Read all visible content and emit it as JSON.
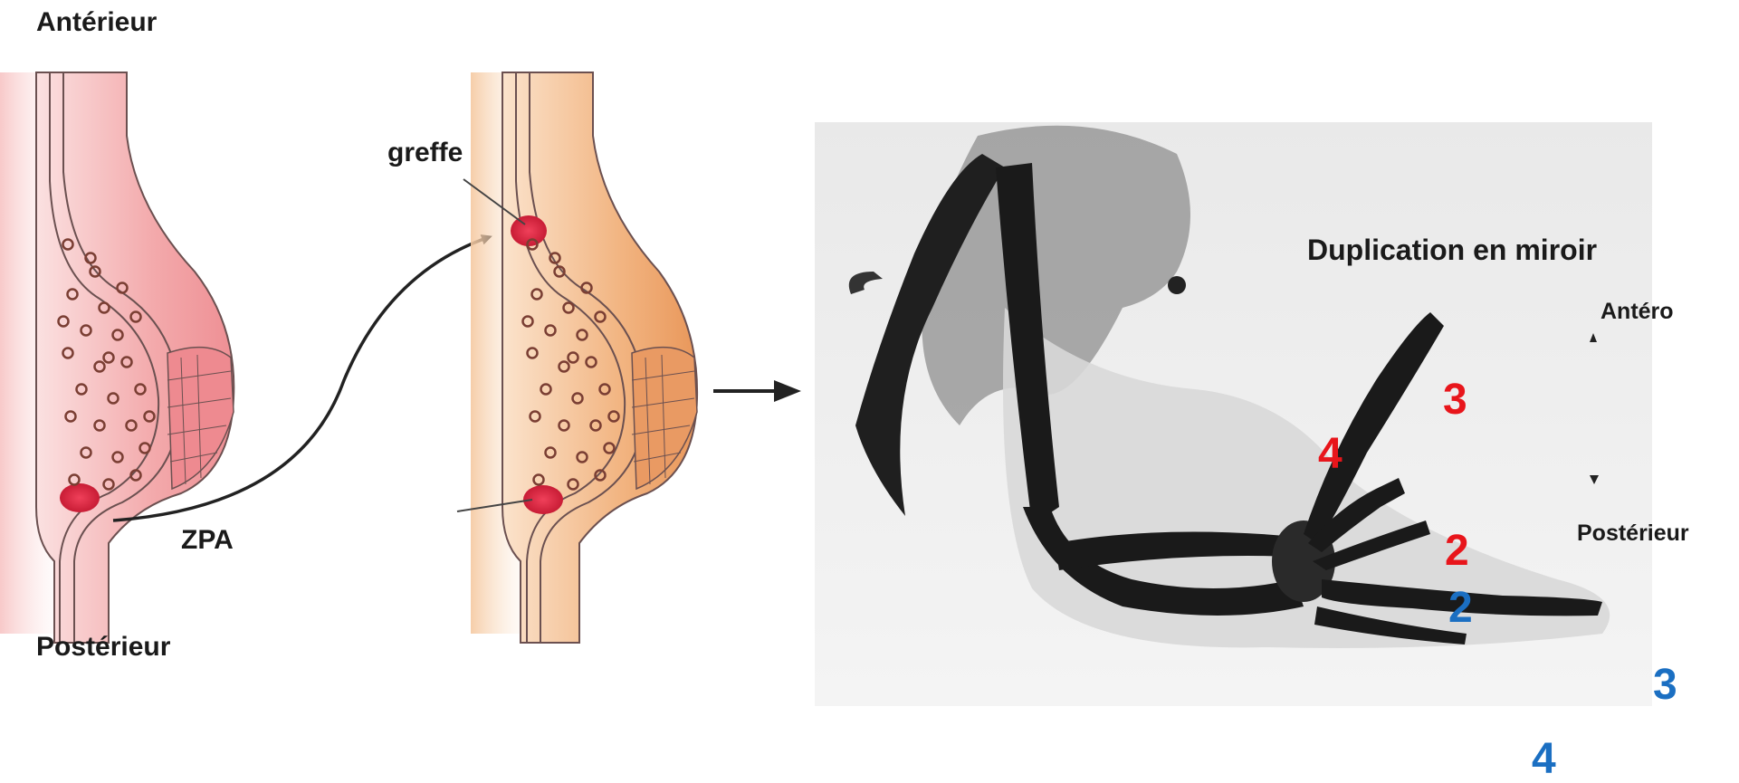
{
  "labels": {
    "anterieur": "Antérieur",
    "posterieur": "Postérieur",
    "greffe": "greffe",
    "zpa": "ZPA",
    "duplication": "Duplication en miroir",
    "antero": "Antéro",
    "posterieur_right": "Postérieur"
  },
  "digits": {
    "red": [
      "3",
      "4",
      "2"
    ],
    "blue": [
      "2",
      "3",
      "4"
    ]
  },
  "colors": {
    "digit_red": "#e8151b",
    "digit_blue": "#1b6fc2",
    "bud_pink": "#f0a4a4",
    "bud_orange": "#efb07a",
    "zpa_red": "#d8203a",
    "cell_brown": "#8a4a3a"
  }
}
